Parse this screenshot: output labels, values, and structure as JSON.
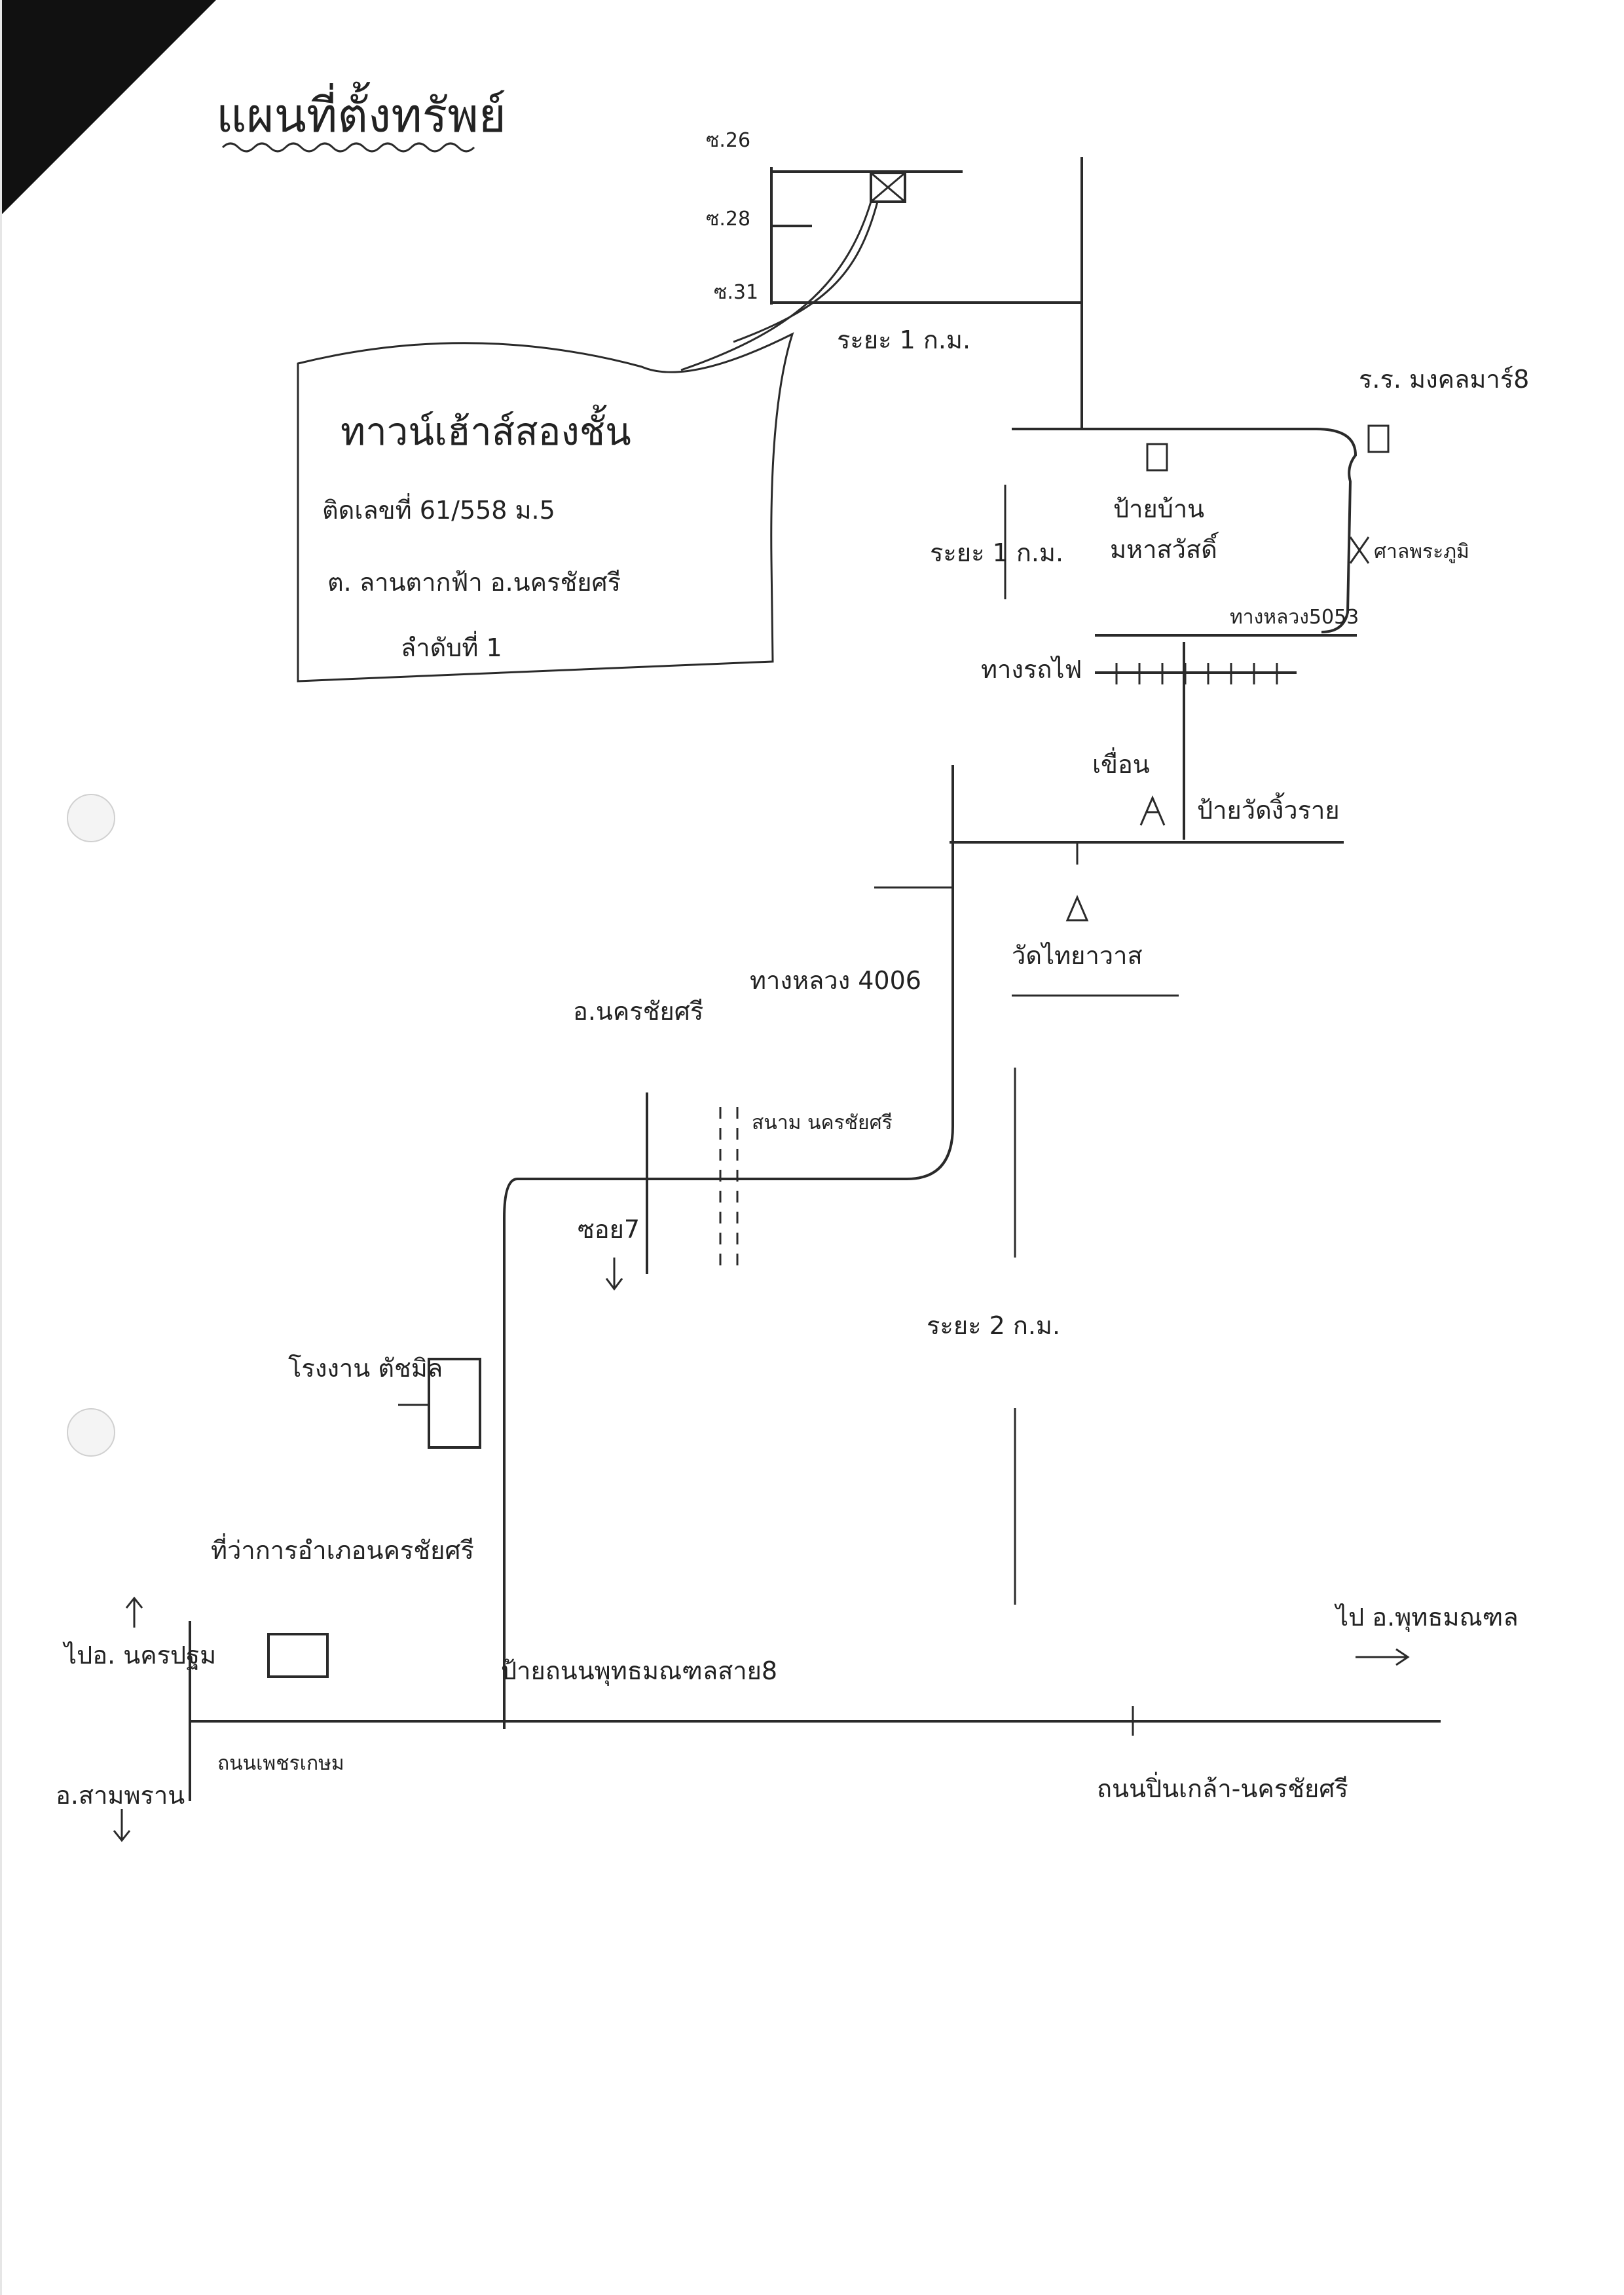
{
  "title": "แผนที่ตั้งทรัพย์",
  "property_box": {
    "line1": "ทาวน์เฮ้าส์สองชั้น",
    "line2": "ติดเลขที่ 61/558 ม.5",
    "line3": "ต. ลานตากฟ้า อ.นครชัยศรี",
    "line4": "ลำดับที่ 1"
  },
  "labels": {
    "soi_26": "ซ.26",
    "soi_28": "ซ.28",
    "soi_31": "ซ.31",
    "dist_top": "ระยะ 1 ก.ม.",
    "sign_village": "ป้ายบ้าน",
    "village_name": "มหาสวัสดิ์",
    "dist_mid": "ระยะ 1 ก.ม.",
    "school": "ร.ร. มงคลมาร์8",
    "shrine": "ศาลพระภูมิ",
    "highway_5053": "ทางหลวง5053",
    "railway": "ทางรถไฟ",
    "weir": "เขื่อน",
    "temple_sign": "ป้ายวัดงิ้วราย",
    "temple": "วัดไทยาวาส",
    "district_nakhon_chai_si": "อ.นครชัยศรี",
    "highway_4006": "ทางหลวง 4006",
    "field": "สนาม นครชัยศรี",
    "soi_7": "ซอย7",
    "dist_bottom": "ระยะ 2 ก.ม.",
    "hall": "โรงงาน ตัชมิล",
    "district_office": "ที่ว่าการอำเภอนครชัยศรี",
    "to_nakhon_pathom": "ไปอ. นครปฐม",
    "to_sam_phran": "อ.สามพราน",
    "sign_phutthamonthon": "ป้ายถนนพุทธมณฑลสาย8",
    "road_local": "ถนนเพชรเกษม",
    "road_main": "ถนนปิ่นเกล้า-นครชัยศรี",
    "to_phutthamonthon": "ไป อ.พุทธมณฑล"
  }
}
